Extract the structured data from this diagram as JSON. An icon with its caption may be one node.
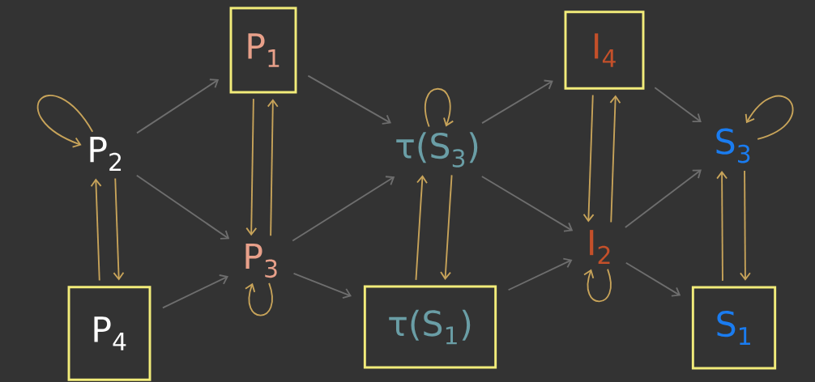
{
  "diagram": {
    "nodes": [
      {
        "text": [
          "P$_{2}$"
        ]
      },
      {
        "text": [
          "P$_{1}$"
        ]
      },
      {
        "text": [
          "P$_{4}$"
        ]
      },
      {
        "text": [
          "P$_{3}$"
        ]
      },
      {
        "text": [
          "τ(S$_{3}$)"
        ]
      },
      {
        "text": [
          "τ(S$_{1}$)"
        ]
      },
      {
        "text": [
          "I$_{4}$"
        ]
      },
      {
        "text": [
          "I$_{2}$"
        ]
      },
      {
        "text": [
          "S$_{3}$"
        ]
      },
      {
        "text": [
          "S$_{1}$"
        ]
      }
    ],
    "edges": [
      {
        "from": 0,
        "to": 1,
        "arrow": "to",
        "color": "#6e6e6e"
      },
      {
        "from": 0,
        "to": 3,
        "arrow": "to",
        "color": "#6e6e6e"
      },
      {
        "from": 0,
        "to": 2,
        "arrow": "to"
      },
      {
        "from": 2,
        "to": 0,
        "arrow": "to"
      },
      {
        "from": 2,
        "to": 3,
        "arrow": "to",
        "color": "#6e6e6e"
      },
      {
        "from": 1,
        "to": 3,
        "arrow": "to"
      },
      {
        "from": 3,
        "to": 1,
        "arrow": "to"
      },
      {
        "from": 1,
        "to": 4,
        "arrow": "to",
        "color": "#6e6e6e"
      },
      {
        "from": 3,
        "to": 4,
        "arrow": "to",
        "color": "#6e6e6e"
      },
      {
        "from": 3,
        "to": 5,
        "arrow": "to",
        "color": "#6e6e6e"
      },
      {
        "from": 4,
        "to": 5,
        "arrow": "to"
      },
      {
        "from": 5,
        "to": 4,
        "arrow": "to"
      },
      {
        "from": 4,
        "to": 6,
        "arrow": "to",
        "color": "#6e6e6e"
      },
      {
        "from": 4,
        "to": 7,
        "arrow": "to",
        "color": "#6e6e6e"
      },
      {
        "from": 5,
        "to": 7,
        "arrow": "to",
        "color": "#6e6e6e"
      },
      {
        "from": 6,
        "to": 7,
        "arrow": "to"
      },
      {
        "from": 7,
        "to": 6,
        "arrow": "to"
      },
      {
        "from": 6,
        "to": 8,
        "arrow": "to",
        "color": "#6e6e6e"
      },
      {
        "from": 7,
        "to": 8,
        "arrow": "to",
        "color": "#6e6e6e"
      },
      {
        "from": 7,
        "to": 9,
        "arrow": "to",
        "color": "#6e6e6e"
      },
      {
        "from": 8,
        "to": 9,
        "arrow": "to"
      },
      {
        "from": 9,
        "to": 8,
        "arrow": "to"
      },
      {
        "from": 0,
        "to": 0,
        "arrow": "to"
      },
      {
        "from": 4,
        "to": 4,
        "arrow": "to"
      },
      {
        "from": 3,
        "to": 3,
        "arrow": "to"
      },
      {
        "from": 7,
        "to": 7,
        "arrow": "to"
      },
      {
        "from": 8,
        "to": 8,
        "arrow": "to"
      }
    ]
  }
}
